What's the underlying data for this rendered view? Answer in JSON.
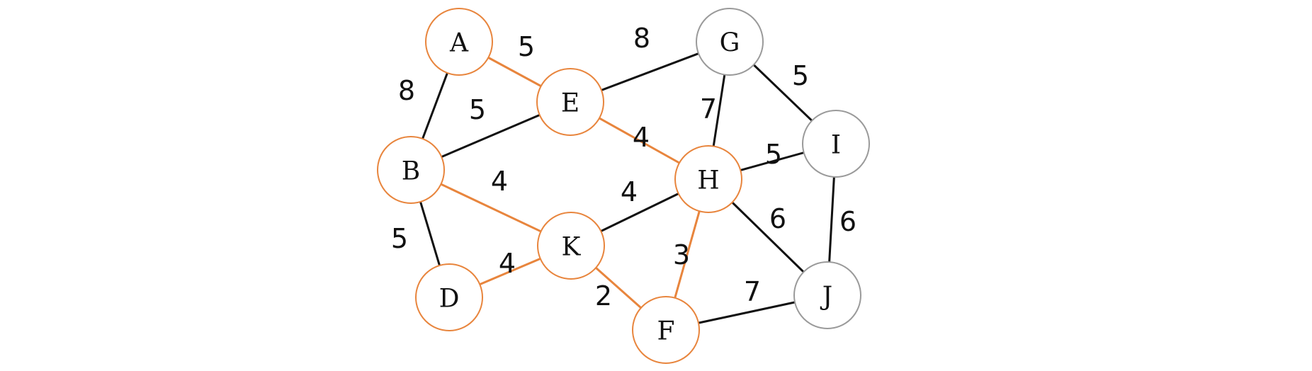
{
  "diagram": {
    "type": "weighted-undirected-graph",
    "colors": {
      "highlight": "#e8853d",
      "default_edge": "#111111",
      "default_node": "#9a9a9a",
      "node_fill": "#ffffff",
      "text": "#111111"
    },
    "nodes": [
      {
        "id": "A",
        "label": "A",
        "highlighted": true
      },
      {
        "id": "B",
        "label": "B",
        "highlighted": true
      },
      {
        "id": "D",
        "label": "D",
        "highlighted": true
      },
      {
        "id": "E",
        "label": "E",
        "highlighted": true
      },
      {
        "id": "F",
        "label": "F",
        "highlighted": true
      },
      {
        "id": "G",
        "label": "G",
        "highlighted": false
      },
      {
        "id": "H",
        "label": "H",
        "highlighted": true
      },
      {
        "id": "I",
        "label": "I",
        "highlighted": false
      },
      {
        "id": "J",
        "label": "J",
        "highlighted": false
      },
      {
        "id": "K",
        "label": "K",
        "highlighted": true
      }
    ],
    "edges": [
      {
        "from": "A",
        "to": "E",
        "weight": "5",
        "highlighted": true
      },
      {
        "from": "A",
        "to": "B",
        "weight": "8",
        "highlighted": false
      },
      {
        "from": "E",
        "to": "G",
        "weight": "8",
        "highlighted": false
      },
      {
        "from": "B",
        "to": "E",
        "weight": "5",
        "highlighted": false
      },
      {
        "from": "E",
        "to": "H",
        "weight": "4",
        "highlighted": true
      },
      {
        "from": "G",
        "to": "I",
        "weight": "5",
        "highlighted": false
      },
      {
        "from": "G",
        "to": "H",
        "weight": "7",
        "highlighted": false
      },
      {
        "from": "H",
        "to": "I",
        "weight": "5",
        "highlighted": false
      },
      {
        "from": "B",
        "to": "K",
        "weight": "4",
        "highlighted": true
      },
      {
        "from": "K",
        "to": "H",
        "weight": "4",
        "highlighted": false
      },
      {
        "from": "H",
        "to": "J",
        "weight": "6",
        "highlighted": false
      },
      {
        "from": "I",
        "to": "J",
        "weight": "6",
        "highlighted": false
      },
      {
        "from": "B",
        "to": "D",
        "weight": "5",
        "highlighted": false
      },
      {
        "from": "D",
        "to": "K",
        "weight": "4",
        "highlighted": true
      },
      {
        "from": "H",
        "to": "F",
        "weight": "3",
        "highlighted": true
      },
      {
        "from": "K",
        "to": "F",
        "weight": "2",
        "highlighted": true
      },
      {
        "from": "F",
        "to": "J",
        "weight": "7",
        "highlighted": false
      }
    ]
  }
}
